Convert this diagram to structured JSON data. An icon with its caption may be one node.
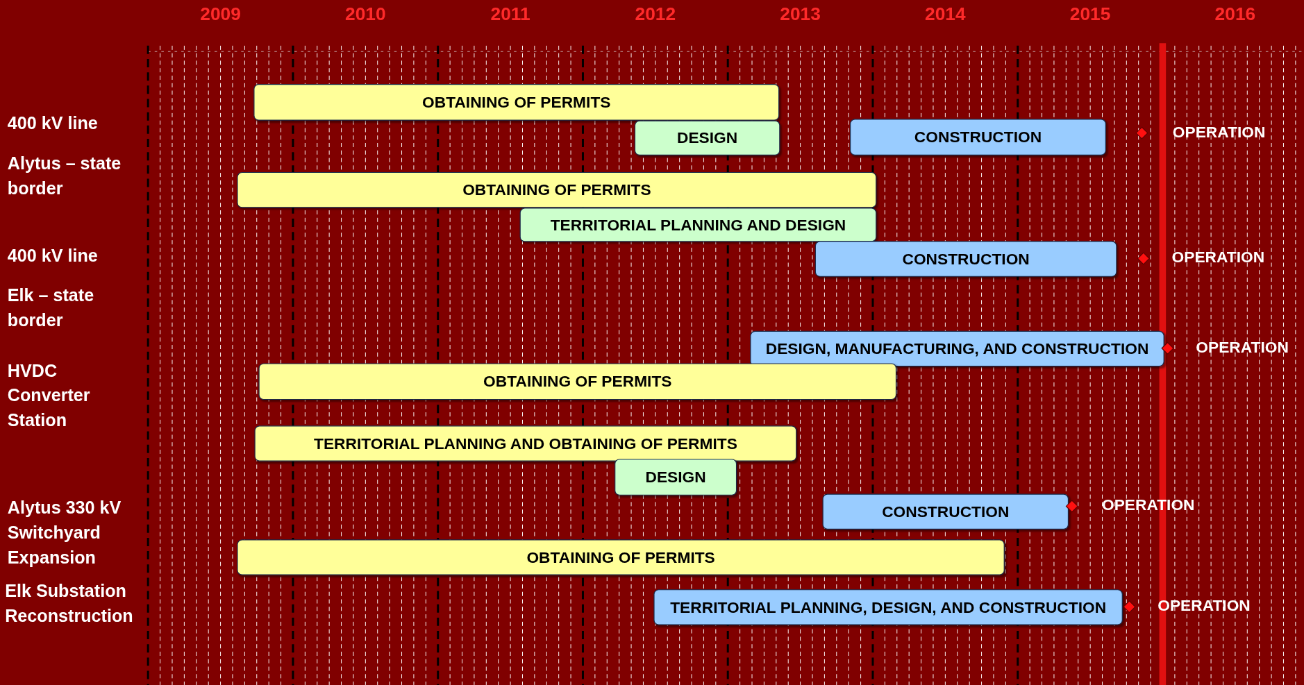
{
  "diagram": {
    "nodes": [
      {
        "text": [
          "OBTAINING OF PERMITS"
        ]
      },
      {
        "text": [
          "DESIGN"
        ]
      },
      {
        "text": [
          "CONSTRUCTION"
        ]
      },
      {
        "text": [],
        "shape": "diamond",
        "beside": [
          "OPERATION"
        ]
      },
      {
        "text": [
          "OBTAINING OF PERMITS"
        ]
      },
      {
        "text": [
          "TERRITORIAL PLANNING AND DESIGN"
        ]
      },
      {
        "text": [
          "CONSTRUCTION"
        ]
      },
      {
        "text": [],
        "shape": "diamond",
        "beside": [
          "OPERATION"
        ]
      },
      {
        "text": [
          "DESIGN, MANUFACTURING, AND CONSTRUCTION"
        ]
      },
      {
        "text": [],
        "shape": "diamond",
        "beside": [
          "OPERATION"
        ]
      },
      {
        "text": [
          "OBTAINING OF PERMITS"
        ]
      },
      {
        "text": [
          "TERRITORIAL PLANNING AND OBTAINING OF PERMITS"
        ]
      },
      {
        "text": [
          "DESIGN"
        ]
      },
      {
        "text": [
          "CONSTRUCTION"
        ]
      },
      {
        "text": [],
        "shape": "diamond",
        "beside": [
          "OPERATION"
        ]
      },
      {
        "text": [
          "OBTAINING OF PERMITS"
        ]
      },
      {
        "text": [
          "TERRITORIAL PLANNING, DESIGN, AND CONSTRUCTION"
        ]
      },
      {
        "text": [],
        "shape": "diamond",
        "beside": [
          "OPERATION"
        ]
      }
    ],
    "labels": [
      "2009",
      "2010",
      "2011",
      "2012",
      "2013",
      "2014",
      "2015",
      "2016",
      "400  kV line",
      "Alytus – state border",
      "400  kV line",
      "Elk – state border",
      "HVDC Converter Station",
      "Alytus  330 kV Switchyard Expansion",
      "Elk Substation Reconstruction"
    ]
  }
}
